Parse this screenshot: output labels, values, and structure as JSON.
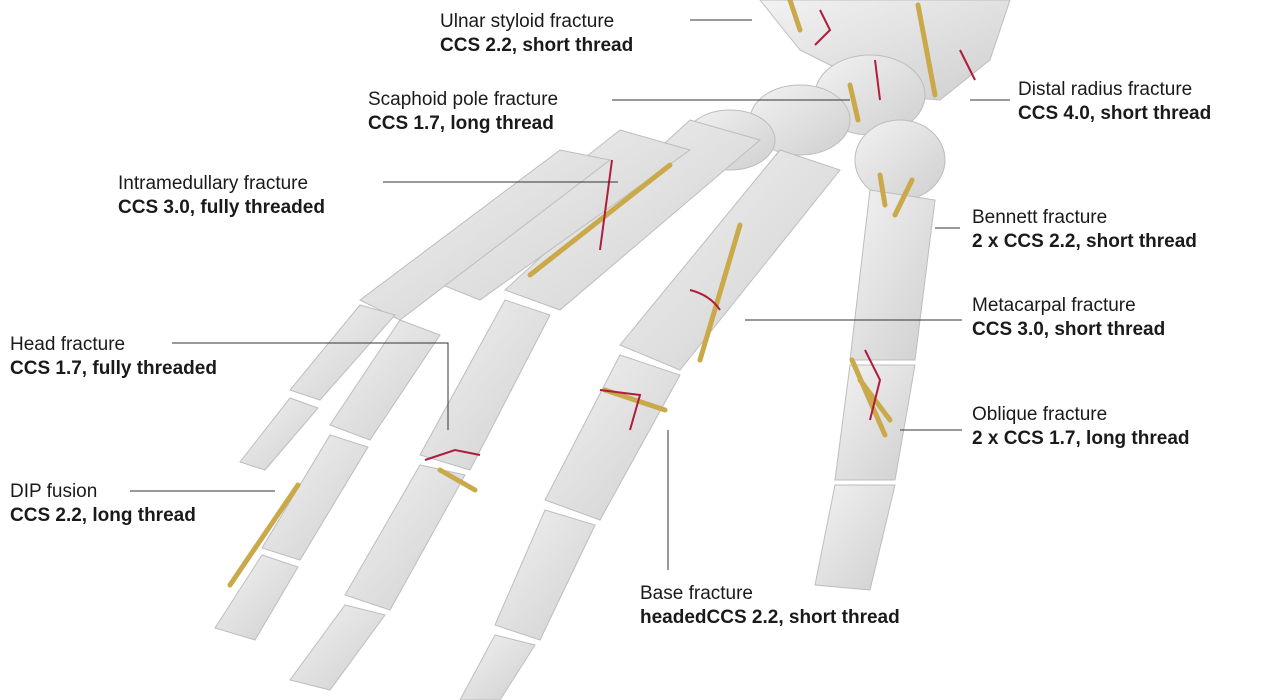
{
  "colors": {
    "bone": "#e4e4e4",
    "bone_shadow": "#c9c9c9",
    "screw": "#c9a94a",
    "fracture": "#b01c3c",
    "leader_line": "#333333",
    "text": "#1a1a1a"
  },
  "annotations": [
    {
      "id": "ulnar-styloid",
      "name": "Ulnar styloid fracture",
      "spec": "CCS 2.2, short thread"
    },
    {
      "id": "scaphoid-pole",
      "name": "Scaphoid pole fracture",
      "spec": "CCS 1.7, long thread"
    },
    {
      "id": "intramedullary",
      "name": "Intramedullary fracture",
      "spec": "CCS 3.0, fully threaded"
    },
    {
      "id": "head",
      "name": "Head fracture",
      "spec": "CCS 1.7, fully threaded"
    },
    {
      "id": "dip-fusion",
      "name": "DIP fusion",
      "spec": "CCS 2.2, long thread"
    },
    {
      "id": "distal-radius",
      "name": "Distal radius fracture",
      "spec": "CCS 4.0, short thread"
    },
    {
      "id": "bennett",
      "name": "Bennett fracture",
      "spec": "2 x CCS 2.2, short thread"
    },
    {
      "id": "metacarpal",
      "name": "Metacarpal fracture",
      "spec": "CCS 3.0, short thread"
    },
    {
      "id": "oblique",
      "name": "Oblique fracture",
      "spec": "2 x CCS 1.7, long thread"
    },
    {
      "id": "base",
      "name": "Base fracture",
      "spec": "headedCCS 2.2, short thread"
    }
  ]
}
